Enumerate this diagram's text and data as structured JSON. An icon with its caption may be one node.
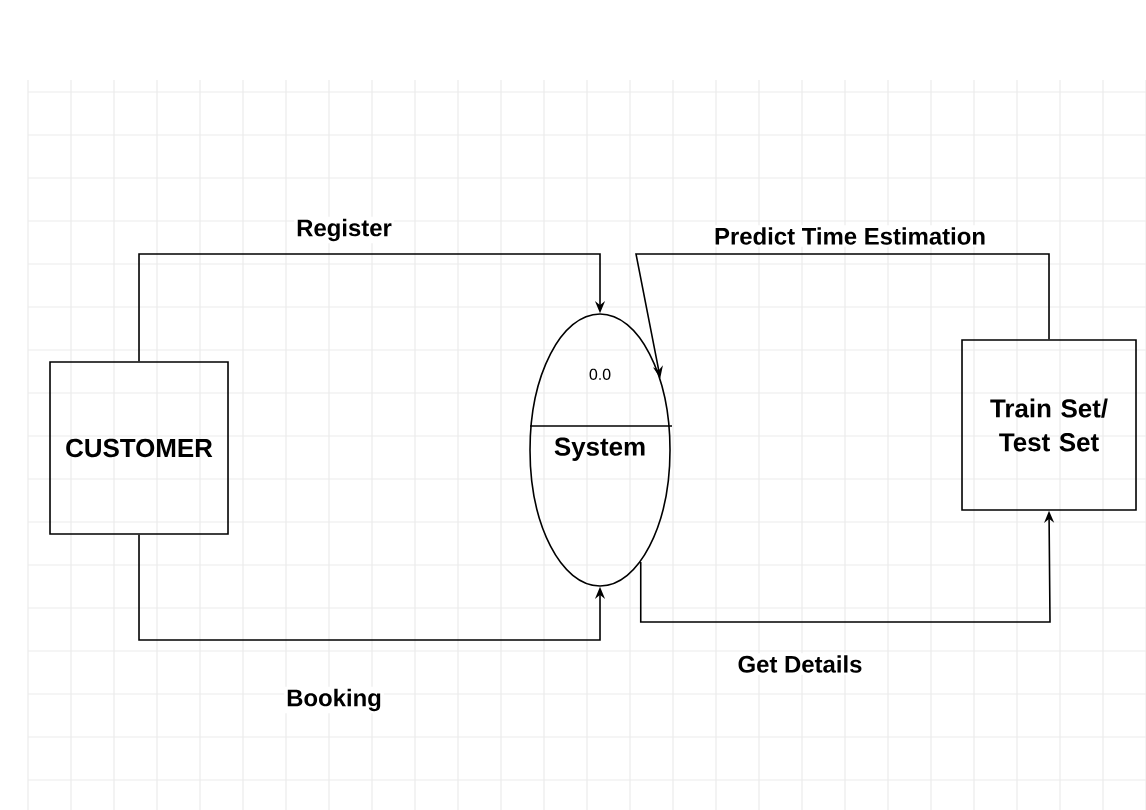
{
  "diagram": {
    "nodes": [
      {
        "text": [
          "CUSTOMER"
        ]
      },
      {
        "text": [
          "0.0",
          "System"
        ]
      },
      {
        "text": [
          "Train Set/ Test Set"
        ]
      }
    ],
    "edges": [
      {
        "from": 0,
        "to": 1,
        "arrow": "to",
        "label": "Register"
      },
      {
        "from": 0,
        "to": 1,
        "arrow": "to",
        "label": "Booking"
      },
      {
        "from": 2,
        "to": 1,
        "arrow": "to",
        "label": "Predict Time Estimation"
      },
      {
        "from": 1,
        "to": 2,
        "arrow": "to",
        "label": "Get Details"
      }
    ]
  }
}
